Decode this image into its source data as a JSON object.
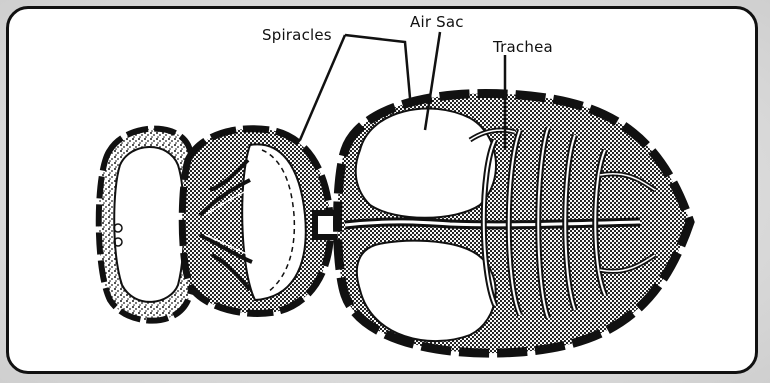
{
  "diagram": {
    "labels": {
      "spiracles": "Spiracles",
      "air_sac": "Air Sac",
      "trachea": "Trachea"
    },
    "colors": {
      "ink": "#111111",
      "background": "#ffffff",
      "texture": "#2a2a2a"
    }
  }
}
